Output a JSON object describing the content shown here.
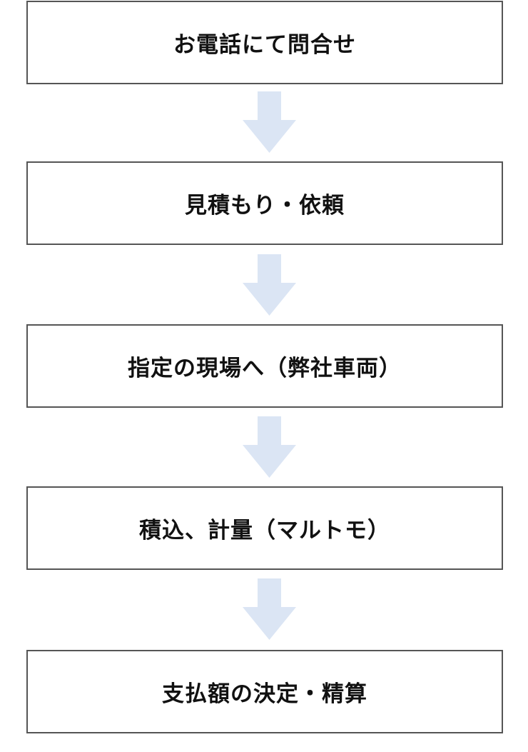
{
  "flow": {
    "steps": [
      {
        "label": "お電話にて問合せ"
      },
      {
        "label": "見積もり・依頼"
      },
      {
        "label": "指定の現場へ（弊社車両）"
      },
      {
        "label": "積込、計量（マルトモ）"
      },
      {
        "label": "支払額の決定・精算"
      }
    ],
    "connector_icon": "down-arrow-icon",
    "colors": {
      "box_border": "#555555",
      "arrow_fill": "#dbe5f4",
      "text": "#111111"
    }
  }
}
